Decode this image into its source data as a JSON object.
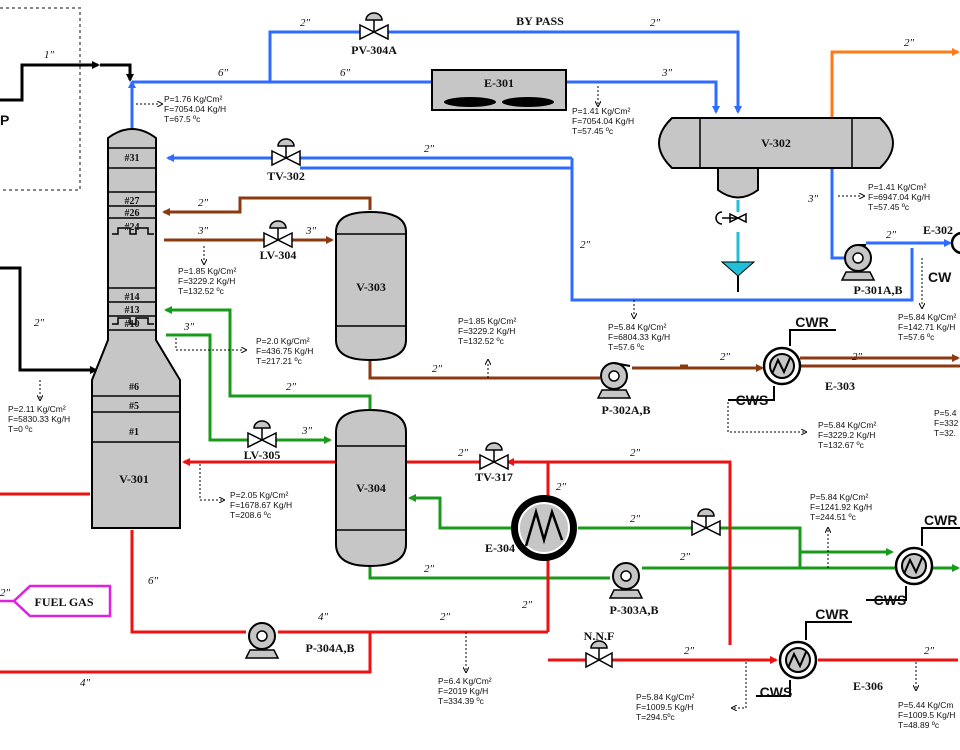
{
  "colors": {
    "blue": "#2f6bff",
    "black": "#000000",
    "brown": "#8b3a0f",
    "green": "#1a9a1a",
    "red": "#ee1111",
    "orange": "#ff7b1a",
    "magenta": "#e020e0",
    "cyan": "#22c0d8",
    "vessel": "#c6c6c6"
  },
  "equipment": {
    "v301": "V-301",
    "v302": "V-302",
    "v303": "V-303",
    "v304": "V-304",
    "e301": "E-301",
    "e302": "E-302",
    "e303": "E-303",
    "e304": "E-304",
    "e306": "E-306",
    "p301": "P-301A,B",
    "p302": "P-302A,B",
    "p303": "P-303A,B",
    "p304": "P-304A,B"
  },
  "valves": {
    "pv304a": "PV-304A",
    "tv302": "TV-302",
    "lv304": "LV-304",
    "lv305": "LV-305",
    "tv317": "TV-317",
    "nnf": "N.N.F"
  },
  "labels": {
    "bypass": "BY PASS",
    "fuel_gas": "FUEL GAS",
    "cwr": "CWR",
    "cws": "CWS",
    "cw_partial": "CW",
    "cwr_partial": "CWR",
    "p_partial": "P"
  },
  "trays": {
    "t31": "#31",
    "t27": "#27",
    "t26": "#26",
    "t24": "#24",
    "t14": "#14",
    "t13": "#13",
    "t10": "#10",
    "t6": "#6",
    "t5": "#5",
    "t1": "#1"
  },
  "line_sizes": {
    "s1in": "1″",
    "s6a": "6″",
    "s6b": "6″",
    "s2_bypass_a": "2″",
    "s2_bypass_b": "2″",
    "s3_v302_in": "3″",
    "s2_orange": "2″",
    "s2_return": "2″",
    "s2_ret_vert": "2″",
    "s3_v302_out": "3″",
    "s2_p301": "2″",
    "s2_v301_left": "2″",
    "s2_brown27": "2″",
    "s3_brown24": "3″",
    "s3_lv304": "3″",
    "s2_brown_bottom": "2″",
    "s2_e303_in": "2″",
    "s2_e303_out": "2″",
    "s3_green10": "3″",
    "s2_green_vapor": "2″",
    "s3_lv305": "3″",
    "s2_v304_bottom": "2″",
    "s2_tv317": "2″",
    "s2_tv317_right": "2″",
    "s2_e304_vert": "2″",
    "s2_green_valve": "2″",
    "s2_green_right": "2″",
    "s6_bottom": "6″",
    "s4_p304": "4″",
    "s2_p304_out": "2″",
    "s2_red_vert": "2″",
    "s2_nnf": "2″",
    "s2_e306_right": "2″",
    "s4_bottom_left": "4″",
    "s2_left_partial": "2″"
  },
  "conditions": {
    "c1": [
      "P=1.76 Kg/Cm²",
      "F=7054.04 Kg/H",
      "T=67.5 ºc"
    ],
    "c2": [
      "P=1.41 Kg/Cm²",
      "F=7054.04 Kg/H",
      "T=57.45 ºc"
    ],
    "c3": [
      "P=1.41 Kg/Cm²",
      "F=6947.04 Kg/H",
      "T=57.45 ºc"
    ],
    "c4": [
      "P=1.85 Kg/Cm²",
      "F=3229.2 Kg/H",
      "T=132.52 ºc"
    ],
    "c5": [
      "P=1.85 Kg/Cm²",
      "F=3229.2 Kg/H",
      "T=132.52 ºc"
    ],
    "c6": [
      "P=5.84 Kg/Cm²",
      "F=6804.33 Kg/H",
      "T=57.6 ºc"
    ],
    "c7": [
      "P=5.84 Kg/Cm²",
      "F=142.71 Kg/H",
      "T=57.6 ºc"
    ],
    "c8": [
      "P=2.0 Kg/Cm²",
      "F=436.75 Kg/H",
      "T=217.21 ºc"
    ],
    "c9": [
      "P=2.11 Kg/Cm²",
      "F=5830.33 Kg/H",
      "T=0 ºc"
    ],
    "c10": [
      "P=5.84 Kg/Cm²",
      "F=3229.2 Kg/H",
      "T=132.67 ºc"
    ],
    "c11": [
      "P=5.4",
      "F=332",
      "T=32."
    ],
    "c12": [
      "P=2.05 Kg/Cm²",
      "F=1678.67 Kg/H",
      "T=208.6 ºc"
    ],
    "c13": [
      "P=5.84 Kg/Cm²",
      "F=1241.92 Kg/H",
      "T=244.51 ºc"
    ],
    "c14": [
      "P=6.4 Kg/Cm²",
      "F=2019 Kg/H",
      "T=334.39 ºc"
    ],
    "c15": [
      "P=5.84 Kg/Cm²",
      "F=1009.5 Kg/H",
      "T=294.5ºc"
    ],
    "c16": [
      "P=5.44 Kg/Cm",
      "F=1009.5 Kg/H",
      "T=48.89 ºc"
    ]
  }
}
